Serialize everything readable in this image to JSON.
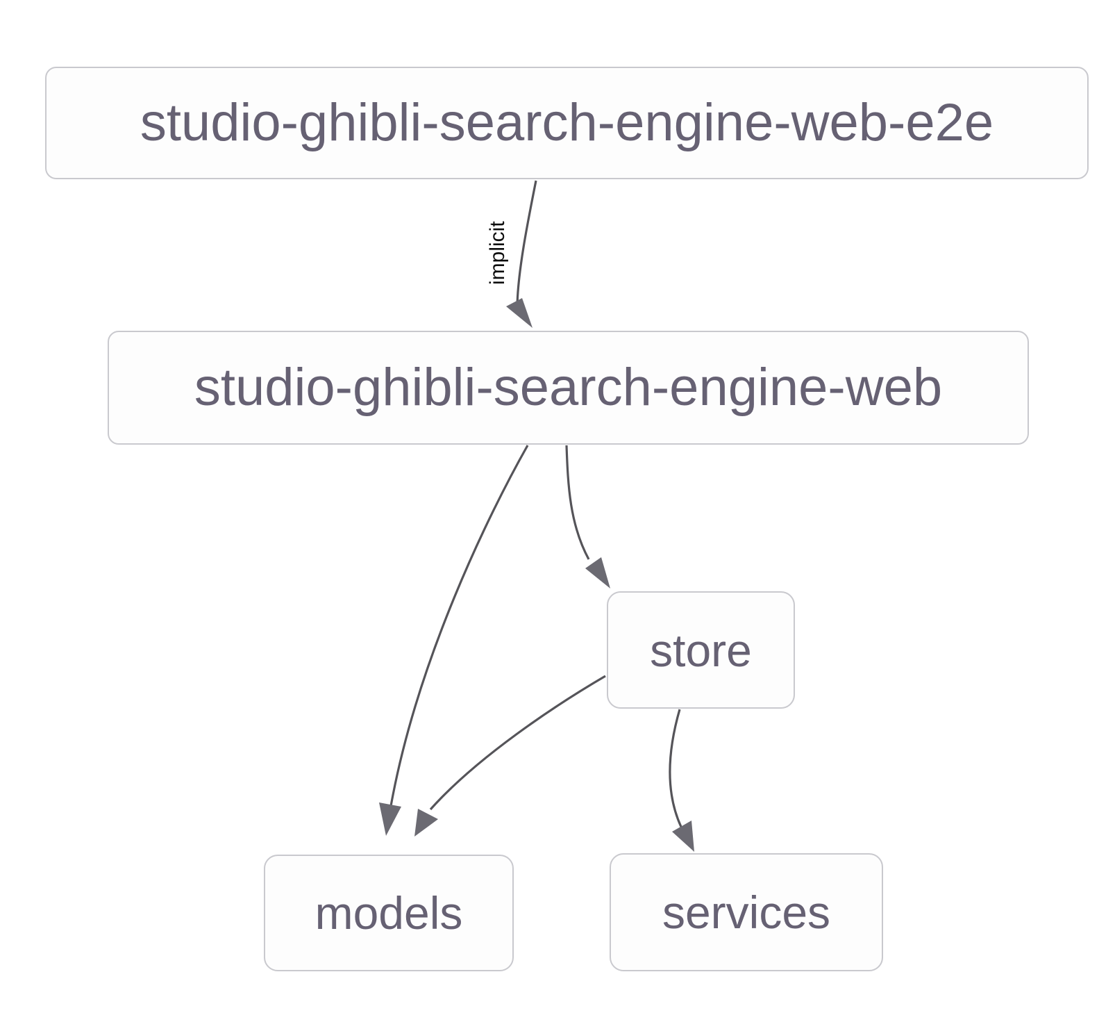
{
  "diagram": {
    "type": "dependency-graph",
    "title": "",
    "background_color": "#ffffff",
    "node_fill": "#fdfdfd",
    "node_border_color": "#c9c9ce",
    "node_text_color": "#666173",
    "edge_color": "#555459",
    "edge_label_color": "#0d0d0d",
    "nodes": [
      {
        "id": "root",
        "label": "studio-ghibli-search-engine-web-e2e"
      },
      {
        "id": "web",
        "label": "studio-ghibli-search-engine-web"
      },
      {
        "id": "store",
        "label": "store"
      },
      {
        "id": "models",
        "label": "models"
      },
      {
        "id": "services",
        "label": "services"
      }
    ],
    "edges": [
      {
        "from": "root",
        "to": "web",
        "label": "implicit"
      },
      {
        "from": "web",
        "to": "models",
        "label": ""
      },
      {
        "from": "web",
        "to": "store",
        "label": ""
      },
      {
        "from": "store",
        "to": "models",
        "label": ""
      },
      {
        "from": "store",
        "to": "services",
        "label": ""
      }
    ]
  }
}
